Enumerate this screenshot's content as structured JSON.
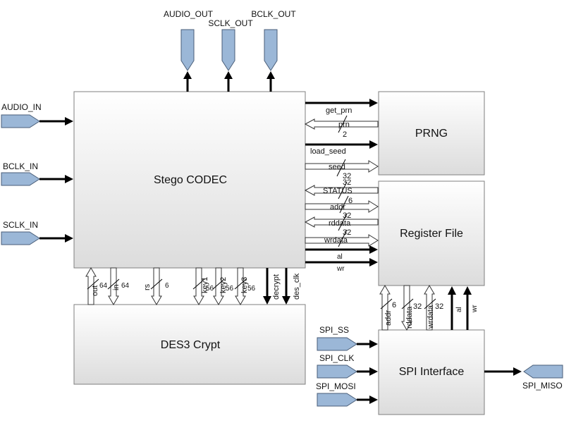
{
  "colors": {
    "block_fill_top": "#ffffff",
    "block_fill_bottom": "#dcdcdc",
    "block_border": "#7f7f7f",
    "pin_fill": "#9bb7d7",
    "pin_border": "#4a5e78",
    "wire": "#000000"
  },
  "blocks": {
    "codec": "Stego CODEC",
    "des": "DES3 Crypt",
    "prng": "PRNG",
    "regfile": "Register File",
    "spi": "SPI Interface"
  },
  "ports": {
    "audio_out": "AUDIO_OUT",
    "sclk_out": "SCLK_OUT",
    "bclk_out": "BCLK_OUT",
    "audio_in": "AUDIO_IN",
    "bclk_in": "BCLK_IN",
    "sclk_in": "SCLK_IN",
    "spi_ss": "SPI_SS",
    "spi_clk": "SPI_CLK",
    "spi_mosi": "SPI_MOSI",
    "spi_miso": "SPI_MISO"
  },
  "signals": {
    "get_prn": "get_prn",
    "prn": "prn",
    "prn_w": "2",
    "load_seed": "load_seed",
    "seed": "seed",
    "seed_w": "32",
    "status_w": "32",
    "status": "STATUS",
    "addr": "addr",
    "addr_w": "6",
    "rddata": "rddata",
    "rddata_w": "32",
    "wrdata": "wrdata",
    "wrdata_w": "32",
    "al": "al",
    "wr": "wr",
    "out": "out",
    "out_w": "64",
    "in": "in",
    "in_w": "64",
    "rs": "rs",
    "rs_w": "6",
    "key1": "key1",
    "key1_w": "56",
    "key2": "key2",
    "key2_w": "56",
    "key3": "key3",
    "key3_w": "56",
    "decrypt": "decrypt",
    "des_clk": "des_clk",
    "spi_addr": "addr",
    "spi_addr_w": "6",
    "spi_rddata": "rddata",
    "spi_rddata_w": "32",
    "spi_wrdata": "wrdata",
    "spi_wrdata_w": "32",
    "spi_al": "al",
    "spi_wr": "wr"
  }
}
